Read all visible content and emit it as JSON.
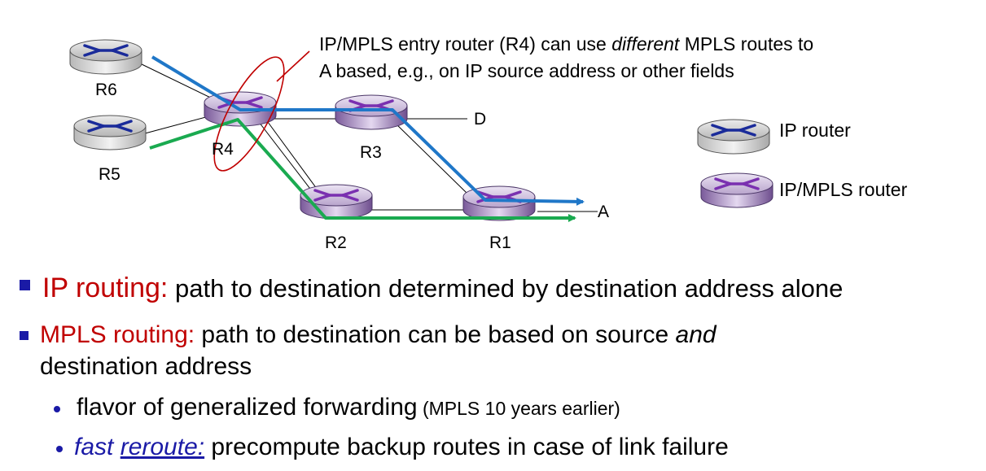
{
  "routers": {
    "R6": "R6",
    "R5": "R5",
    "R4": "R4",
    "R3": "R3",
    "R2": "R2",
    "R1": "R1"
  },
  "destinations": {
    "D": "D",
    "A": "A"
  },
  "annotation": {
    "part1": "IP/MPLS entry router (R4)  can use ",
    "emphasis": "different",
    "part2": " MPLS routes to",
    "line2": "A based, e.g., on IP source address or other fields"
  },
  "legend": {
    "ip_router": "IP router",
    "mpls_router": "IP/MPLS router"
  },
  "bullets": {
    "b1": {
      "highlight": "IP routing:",
      "text": " path to destination determined by destination address alone"
    },
    "b2": {
      "highlight": "MPLS routing:",
      "text1": " path to destination can be based on source ",
      "emphasis": "and",
      "line2": "destination address"
    },
    "s1": {
      "text": "flavor of generalized forwarding",
      "small": " (MPLS 10 years earlier)"
    },
    "s2": {
      "fast": "fast ",
      "reroute": "reroute:",
      "text": " precompute backup routes in case of link failure"
    }
  },
  "colors": {
    "blue_path": "#1f77c8",
    "green_path": "#1aaa50",
    "ellipse": "#c00000",
    "bullet": "#1a1aa6",
    "highlight": "#c00000"
  }
}
